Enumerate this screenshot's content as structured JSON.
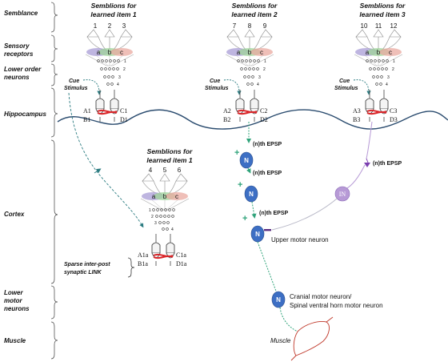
{
  "levels": {
    "semblance": "Semblance",
    "sensory_1": "Sensory",
    "sensory_2": "receptors",
    "lower_order_1": "Lower order",
    "lower_order_2": "neurons",
    "hippocampus": "Hippocampus",
    "cortex": "Cortex",
    "lower_motor_1": "Lower",
    "lower_motor_2": "motor",
    "lower_motor_3": "neurons",
    "muscle": "Muscle"
  },
  "groups": [
    {
      "title1": "Semblions for",
      "title2": "learned item 1",
      "nums": [
        "1",
        "2",
        "3"
      ],
      "letters": [
        "a",
        "b",
        "c"
      ],
      "rows": [
        "1",
        "2",
        "3",
        "4"
      ],
      "cue1": "Cue",
      "cue2": "Stimulus",
      "left_top": "A1",
      "left_bot": "B1",
      "right_top": "C1",
      "right_bot": "D1"
    },
    {
      "title1": "Semblions for",
      "title2": "learned item 2",
      "nums": [
        "7",
        "8",
        "9"
      ],
      "letters": [
        "a",
        "b",
        "c"
      ],
      "rows": [
        "1",
        "2",
        "3",
        "4"
      ],
      "cue1": "Cue",
      "cue2": "Stimulus",
      "left_top": "A2",
      "left_bot": "B2",
      "right_top": "C2",
      "right_bot": "D2"
    },
    {
      "title1": "Semblions for",
      "title2": "learned item 3",
      "nums": [
        "10",
        "11",
        "12"
      ],
      "letters": [
        "a",
        "b",
        "c"
      ],
      "rows": [
        "1",
        "2",
        "3",
        "4"
      ],
      "cue1": "Cue",
      "cue2": "Stimulus",
      "left_top": "A3",
      "left_bot": "B3",
      "right_top": "C3",
      "right_bot": "D3"
    }
  ],
  "cortex_group": {
    "title1": "Semblions for",
    "title2": "learned item 1",
    "nums": [
      "4",
      "5",
      "6"
    ],
    "letters": [
      "a",
      "b",
      "c"
    ],
    "rows": [
      "1",
      "2",
      "3",
      "4"
    ],
    "left_top": "A1a",
    "left_bot": "B1a",
    "right_top": "C1a",
    "right_bot": "D1a",
    "link1": "Sparse inter-post",
    "link2": "synaptic LINK"
  },
  "epsp": [
    "(n)th EPSP",
    "(n)th EPSP",
    "(n)th EPSP"
  ],
  "in_epsp": "(n)th EPSP",
  "n_label": "N",
  "in_label": "IN",
  "upper_motor": "Upper motor neuron",
  "lower_motor_line1": "Cranial motor neuron/",
  "lower_motor_line2": "Spinal ventral horn motor neuron",
  "muscle_label": "Muscle",
  "colors": {
    "neuron_blue": "#3d6fc4",
    "interneuron_purple": "#b79ad6",
    "pathway_green": "#2fa37a",
    "synapse_red": "#d9262a",
    "muscle_red": "#c0392b"
  }
}
